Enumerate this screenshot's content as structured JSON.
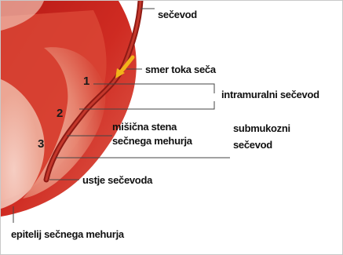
{
  "labels": {
    "secevod": "sečevod",
    "smer_toka": "smer toka seča",
    "intramuralni": "intramuralni sečevod",
    "misicna_line1": "mišična stena",
    "misicna_line2": "sečnega mehurja",
    "submukozni_line1": "submukozni",
    "submukozni_line2": "sečevod",
    "ustje": "ustje sečevoda",
    "epitelij": "epitelij sečnega mehurja"
  },
  "numbers": [
    "1",
    "2",
    "3"
  ],
  "colors": {
    "tissue_dark": "#c8231e",
    "tissue_mid": "#e0604f",
    "tissue_light": "#f3c4b4",
    "ureter": "#a8201a",
    "flow_arrow": "#f2b31a",
    "leader_line": "#444444"
  }
}
